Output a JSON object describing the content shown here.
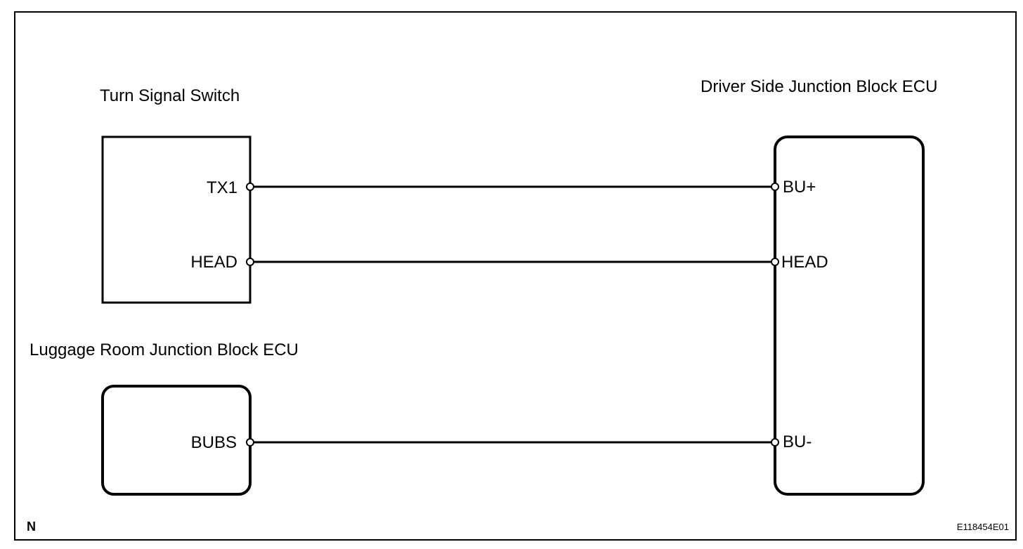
{
  "components": {
    "turn_signal_switch": {
      "title": "Turn Signal Switch",
      "pins": {
        "tx1": "TX1",
        "head": "HEAD"
      }
    },
    "luggage_room_ecu": {
      "title": "Luggage Room Junction Block ECU",
      "pins": {
        "bubs": "BUBS"
      }
    },
    "driver_side_ecu": {
      "title": "Driver Side Junction Block ECU",
      "pins": {
        "bu_plus": "BU+",
        "head": "HEAD",
        "bu_minus": "BU-"
      }
    }
  },
  "wires": [
    {
      "from": "TX1",
      "to": "BU+"
    },
    {
      "from": "HEAD",
      "to": "HEAD"
    },
    {
      "from": "BUBS",
      "to": "BU-"
    }
  ],
  "footer": {
    "corner_mark": "N",
    "figure_code": "E118454E01"
  }
}
